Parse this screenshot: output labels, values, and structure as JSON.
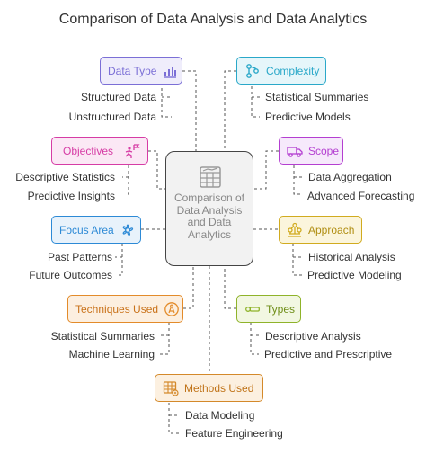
{
  "title": "Comparison of Data Analysis and Data Analytics",
  "center": {
    "label": "Comparison of Data Analysis and Data Analytics",
    "icon": "table-chart-icon"
  },
  "nodes": {
    "data_type": {
      "label": "Data Type",
      "icon": "bar-chart-icon",
      "color": "#7b6fd6",
      "fill": "#efedfb",
      "items": [
        "Structured Data",
        "Unstructured Data"
      ]
    },
    "complexity": {
      "label": "Complexity",
      "icon": "branch-icon",
      "color": "#2aa8c9",
      "fill": "#e6f6fa",
      "items": [
        "Statistical Summaries",
        "Predictive Models"
      ]
    },
    "objectives": {
      "label": "Objectives",
      "icon": "goal-runner-icon",
      "color": "#d63ca5",
      "fill": "#fbe8f5",
      "items": [
        "Descriptive Statistics",
        "Predictive Insights"
      ]
    },
    "scope": {
      "label": "Scope",
      "icon": "truck-icon",
      "color": "#b43fd1",
      "fill": "#f6e9fb",
      "items": [
        "Data Aggregation",
        "Advanced Forecasting"
      ]
    },
    "focus_area": {
      "label": "Focus Area",
      "icon": "flower-icon",
      "color": "#2d8ad6",
      "fill": "#e8f2fb",
      "items": [
        "Past Patterns",
        "Future Outcomes"
      ]
    },
    "approach": {
      "label": "Approach",
      "icon": "hierarchy-icon",
      "color": "#d1ab1f",
      "fill": "#fbf5dc",
      "items": [
        "Historical Analysis",
        "Predictive Modeling"
      ]
    },
    "techniques_used": {
      "label": "Techniques Used",
      "icon": "compass-icon",
      "color": "#e38b2a",
      "fill": "#fcefe0",
      "items": [
        "Statistical Summaries",
        "Machine Learning"
      ]
    },
    "types": {
      "label": "Types",
      "icon": "key-icon",
      "color": "#8fb32a",
      "fill": "#f2f7e2",
      "items": [
        "Descriptive Analysis",
        "Predictive and Prescriptive"
      ]
    },
    "methods_used": {
      "label": "Methods Used",
      "icon": "spreadsheet-icon",
      "color": "#d4892a",
      "fill": "#fcf0e0",
      "items": [
        "Data Modeling",
        "Feature Engineering"
      ]
    }
  }
}
